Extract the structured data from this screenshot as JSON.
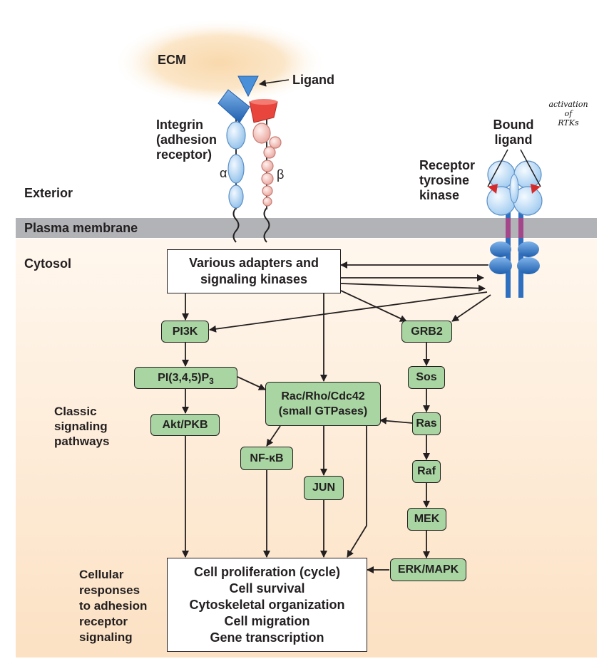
{
  "labels": {
    "ecm": "ECM",
    "ligand": "Ligand",
    "integrin": [
      "Integrin",
      "(adhesion",
      "receptor)"
    ],
    "alpha": "α",
    "beta": "β",
    "bound_ligand": [
      "Bound",
      "ligand"
    ],
    "rtk": [
      "Receptor",
      "tyrosine",
      "kinase"
    ],
    "exterior": "Exterior",
    "plasma_membrane": "Plasma membrane",
    "cytosol": "Cytosol",
    "classic": [
      "Classic",
      "signaling",
      "pathways"
    ],
    "responses": [
      "Cellular",
      "responses",
      "to adhesion",
      "receptor",
      "signaling"
    ]
  },
  "annotation": [
    "activation",
    "of",
    "RTKs"
  ],
  "adapters": [
    "Various adapters and",
    "signaling kinases"
  ],
  "nodes": {
    "pi3k": "PI3K",
    "pip3": "PI(3,4,5)P",
    "pip3_sub": "3",
    "akt": "Akt/PKB",
    "rac": [
      "Rac/Rho/Cdc42",
      "(small GTPases)"
    ],
    "nfkb": "NF-κB",
    "jun": "JUN",
    "grb2": "GRB2",
    "sos": "Sos",
    "ras": "Ras",
    "raf": "Raf",
    "mek": "MEK",
    "erk": "ERK/MAPK"
  },
  "outcomes": [
    "Cell proliferation (cycle)",
    "Cell survival",
    "Cytoskeletal organization",
    "Cell migration",
    "Gene transcription"
  ],
  "colors": {
    "node_fill": "#a8d5a2",
    "membrane": "#b1b3b6",
    "cytosol_bg": "#fde7cf",
    "integrin_alpha": "#4a90d9",
    "integrin_beta": "#e8453c",
    "rtk_blue": "#2f6fbf",
    "rtk_red": "#d62a2a"
  }
}
